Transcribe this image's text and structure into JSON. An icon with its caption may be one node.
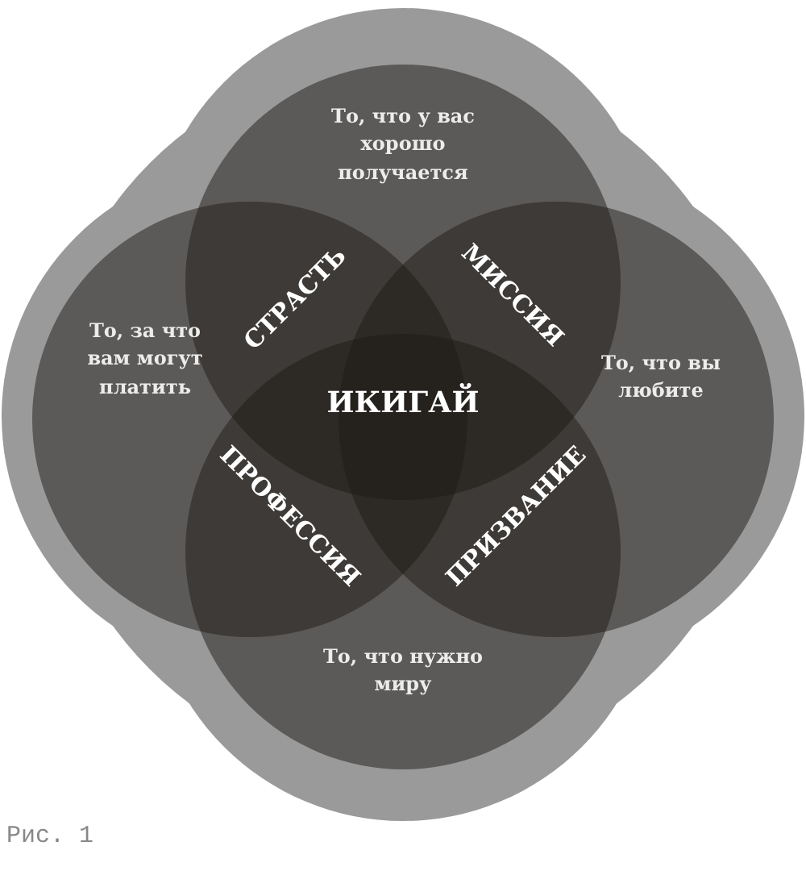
{
  "diagram": {
    "caption": "Рис. 1",
    "nodes": [
      {
        "text": [
          "То, что у вас хорошо получается"
        ]
      },
      {
        "text": [
          "То, за что вам могут платить"
        ]
      },
      {
        "text": [
          "То, что вы любите"
        ]
      },
      {
        "text": [
          "То, что нужно миру"
        ]
      }
    ],
    "labels": [
      "СТРАСТЬ",
      "МИССИЯ",
      "ИКИГАЙ",
      "ПРОФЕССИЯ",
      "ПРИЗВАНИЕ"
    ]
  }
}
